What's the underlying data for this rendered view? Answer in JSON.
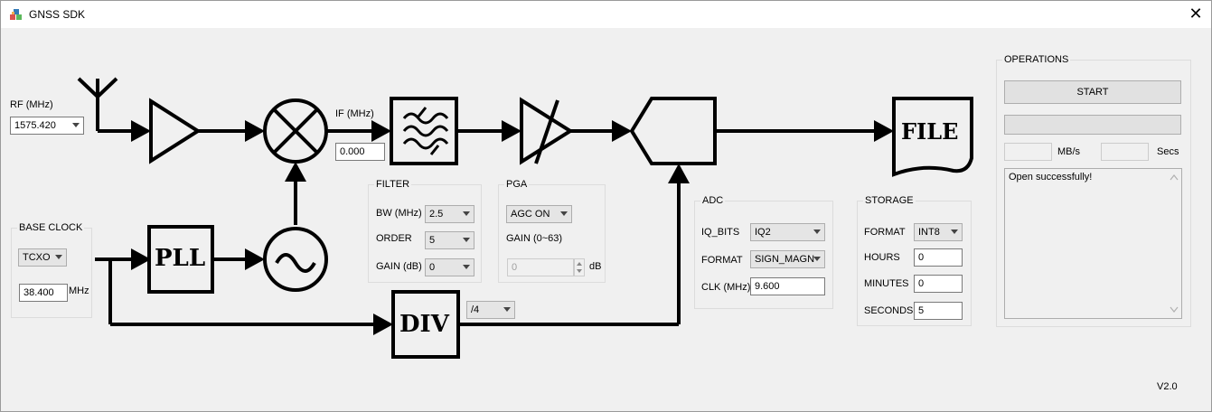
{
  "window": {
    "title": "GNSS SDK",
    "close_symbol": "✕",
    "version": "V2.0"
  },
  "rf": {
    "label": "RF (MHz)",
    "value": "1575.420"
  },
  "if_freq": {
    "label": "IF (MHz)",
    "value": "0.000"
  },
  "base_clock": {
    "title": "BASE CLOCK",
    "source": "TCXO",
    "freq": "38.400",
    "unit": "MHz"
  },
  "filter": {
    "title": "FILTER",
    "bw_label": "BW (MHz)",
    "bw_value": "2.5",
    "order_label": "ORDER",
    "order_value": "5",
    "gain_label": "GAIN (dB)",
    "gain_value": "0"
  },
  "pga": {
    "title": "PGA",
    "agc_value": "AGC ON",
    "gain_label": "GAIN (0~63)",
    "gain_value": "0",
    "gain_unit": "dB"
  },
  "div": {
    "label": "DIV",
    "value": "/4"
  },
  "pll": {
    "label": "PLL"
  },
  "file_block": {
    "label": "FILE"
  },
  "adc": {
    "title": "ADC",
    "iq_bits_label": "IQ_BITS",
    "iq_bits_value": "IQ2",
    "format_label": "FORMAT",
    "format_value": "SIGN_MAGN",
    "clk_label": "CLK (MHz)",
    "clk_value": "9.600"
  },
  "storage": {
    "title": "STORAGE",
    "format_label": "FORMAT",
    "format_value": "INT8",
    "hours_label": "HOURS",
    "hours_value": "0",
    "minutes_label": "MINUTES",
    "minutes_value": "0",
    "seconds_label": "SECONDS",
    "seconds_value": "5"
  },
  "operations": {
    "title": "OPERATIONS",
    "start_label": "START",
    "rate_value": "",
    "rate_unit": "MB/s",
    "secs_value": "",
    "secs_unit": "Secs",
    "log": "Open successfully!"
  },
  "colors": {
    "window_bg": "#f0f0f0",
    "diagram_stroke": "#000000",
    "group_border": "#dcdcdc"
  },
  "icons": {
    "app": "satellite-app-icon",
    "close": "close-icon",
    "antenna": "antenna-icon",
    "amplifier": "amplifier-icon",
    "mixer": "mixer-icon",
    "oscillator": "oscillator-icon",
    "filter": "bandpass-filter-icon",
    "pga": "variable-gain-amplifier-icon",
    "adc": "adc-icon"
  }
}
